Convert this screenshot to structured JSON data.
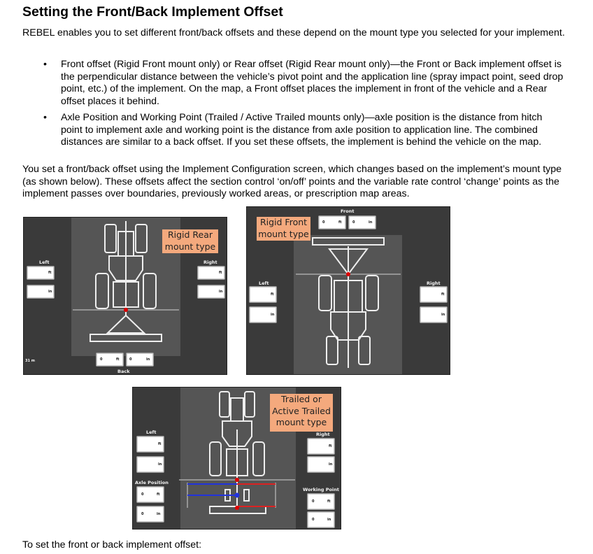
{
  "doc": {
    "title": "Setting the Front/Back Implement Offset",
    "intro": "REBEL enables you to set different front/back offsets and these depend on the mount type you selected for your implement.",
    "bullets": [
      "Front offset (Rigid Front mount only) or Rear offset (Rigid Rear mount only)—the Front or Back implement offset is the perpendicular distance between the vehicle’s pivot point and the application line (spray impact point, seed drop point, etc.) of the implement. On the map, a Front offset places the implement in front of the vehicle and a Rear offset places it behind.",
      "Axle Position and Working Point (Trailed / Active Trailed mounts only)—axle position is the distance from hitch point to implement axle and working point is the distance from axle position to application line. The combined distances are similar to a back offset. If you set these offsets, the implement is behind the vehicle on the map."
    ],
    "para2": "You set a front/back offset using the Implement Configuration screen, which changes based on the implement’s mount type (as shown below). These offsets affect the section control ‘on/off’ points and the variable rate control ‘change’ points as the implement passes over boundaries, previously worked areas, or prescription map areas.",
    "footer": "To set the front or back implement offset:"
  },
  "screens": {
    "rear": {
      "tag": "Rigid Rear\nmount type",
      "left_label": "Left",
      "right_label": "Right",
      "back_label": "Back",
      "ft": "ft",
      "in": "in",
      "zero": "0",
      "corner": "31 m"
    },
    "front": {
      "tag": "Rigid Front\nmount type",
      "front_label": "Front",
      "left_label": "Left",
      "right_label": "Right",
      "ft": "ft",
      "in": "in",
      "zero": "0"
    },
    "trailed": {
      "tag": "Trailed or\nActive Trailed\nmount type",
      "left_label": "Left",
      "right_label": "Right",
      "axle_label": "Axle Position",
      "working_label": "Working Point",
      "ft": "ft",
      "in": "in",
      "zero": "0"
    }
  }
}
